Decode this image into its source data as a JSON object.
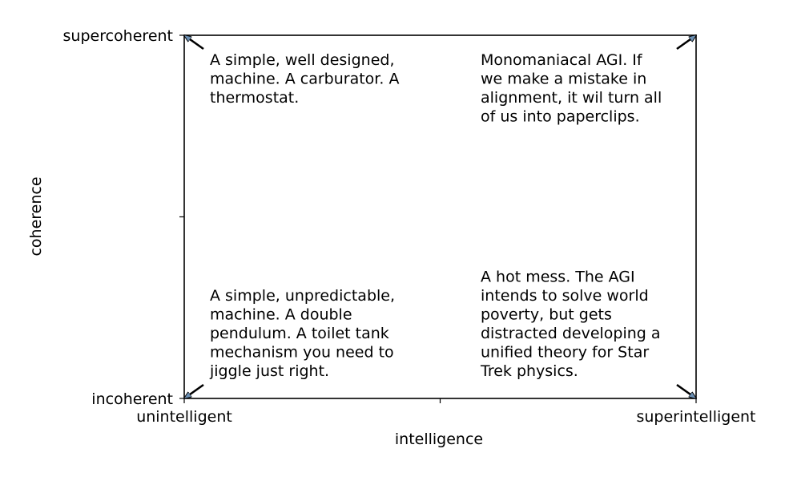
{
  "chart_data": {
    "type": "scatter",
    "title": "",
    "xlabel": "intelligence",
    "ylabel": "coherence",
    "xlim": [
      0,
      1
    ],
    "ylim": [
      0,
      1
    ],
    "grid": false,
    "x_ticks": [
      {
        "value": 0,
        "label": "unintelligent"
      },
      {
        "value": 0.5,
        "label": ""
      },
      {
        "value": 1,
        "label": "superintelligent"
      }
    ],
    "y_ticks": [
      {
        "value": 0,
        "label": "incoherent"
      },
      {
        "value": 0.5,
        "label": ""
      },
      {
        "value": 1,
        "label": "supercoherent"
      }
    ],
    "annotations": [
      {
        "quadrant": "top-left",
        "lines": [
          "A simple, well designed,",
          "machine. A carburator. A",
          "thermostat."
        ]
      },
      {
        "quadrant": "top-right",
        "lines": [
          "Monomaniacal AGI. If",
          "we make a mistake in",
          "alignment, it wil turn all",
          "of us into paperclips."
        ]
      },
      {
        "quadrant": "bottom-left",
        "lines": [
          "A simple, unpredictable,",
          "machine. A double",
          "pendulum. A toilet tank",
          "mechanism you need to",
          "jiggle just right."
        ]
      },
      {
        "quadrant": "bottom-right",
        "lines": [
          "A hot mess. The AGI",
          "intends to solve world",
          "poverty, but gets",
          "distracted developing a",
          "unified theory for Star",
          "Trek physics."
        ]
      }
    ],
    "arrows": [
      {
        "name": "arrow-top-left",
        "tip": [
          0,
          1
        ]
      },
      {
        "name": "arrow-top-right",
        "tip": [
          1,
          1
        ]
      },
      {
        "name": "arrow-bottom-left",
        "tip": [
          0,
          0
        ]
      },
      {
        "name": "arrow-bottom-right",
        "tip": [
          1,
          0
        ]
      }
    ],
    "arrow_color": "#6b8fb3"
  }
}
